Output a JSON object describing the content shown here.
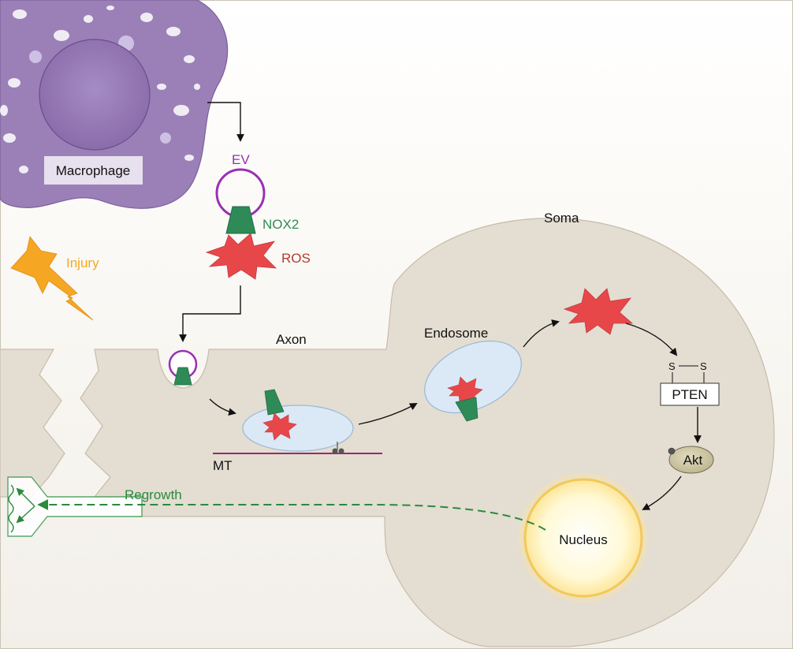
{
  "labels": {
    "macrophage": "Macrophage",
    "ev": "EV",
    "nox2": "NOX2",
    "ros": "ROS",
    "injury": "Injury",
    "soma": "Soma",
    "axon": "Axon",
    "endosome": "Endosome",
    "mt": "MT",
    "pten": "PTEN",
    "s_left": "S",
    "s_right": "S",
    "akt": "Akt",
    "nucleus": "Nucleus",
    "regrowth": "Regrowth"
  },
  "colors": {
    "macrophage": "#9b80b8",
    "vesicle_ring": "#9a2fb4",
    "nox2": "#2e8b57",
    "ros": "#e8474a",
    "injury": "#f5a623",
    "neuron": "#e4ddd2",
    "endosome": "#dbe9f6",
    "microtubule": "#9b2a6a",
    "regrowth": "#2a8a3e",
    "nucleus_glow": "#fff3b0",
    "akt": "#cbc5a2"
  }
}
